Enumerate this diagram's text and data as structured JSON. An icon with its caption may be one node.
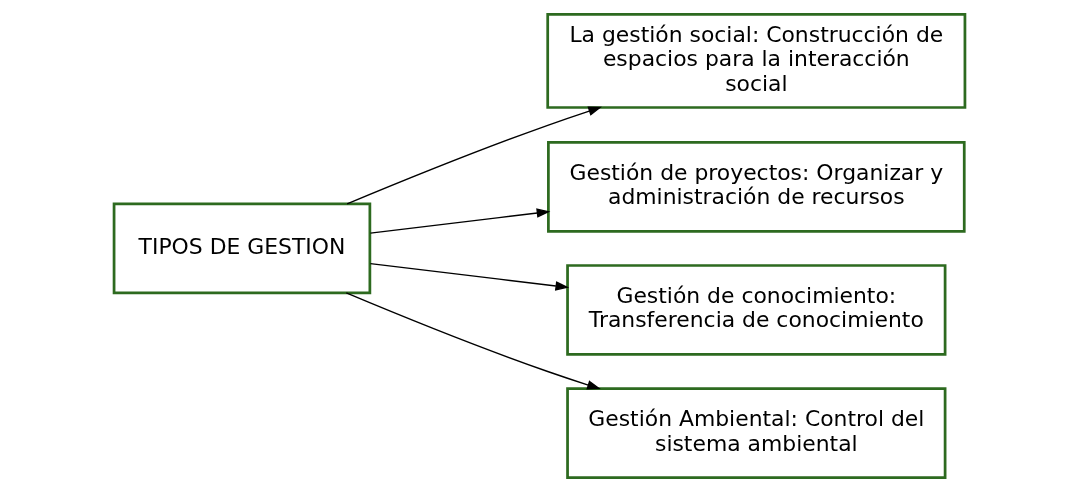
{
  "diagram": {
    "nodes": [
      {
        "text": [
          "TIPOS DE GESTION"
        ]
      },
      {
        "text": [
          "La gestión social: Construcción de espacios para la interacción social"
        ]
      },
      {
        "text": [
          "Gestión de proyectos: Organizar y administración de recursos"
        ]
      },
      {
        "text": [
          "Gestión de conocimiento: Transferencia de conocimiento"
        ]
      },
      {
        "text": [
          "Gestión Ambiental: Control del sistema ambiental"
        ]
      }
    ],
    "edges": [
      {
        "from": 0,
        "to": 1,
        "arrow": "to"
      },
      {
        "from": 0,
        "to": 2,
        "arrow": "to"
      },
      {
        "from": 0,
        "to": 3,
        "arrow": "to"
      },
      {
        "from": 0,
        "to": 4,
        "arrow": "to"
      }
    ]
  }
}
